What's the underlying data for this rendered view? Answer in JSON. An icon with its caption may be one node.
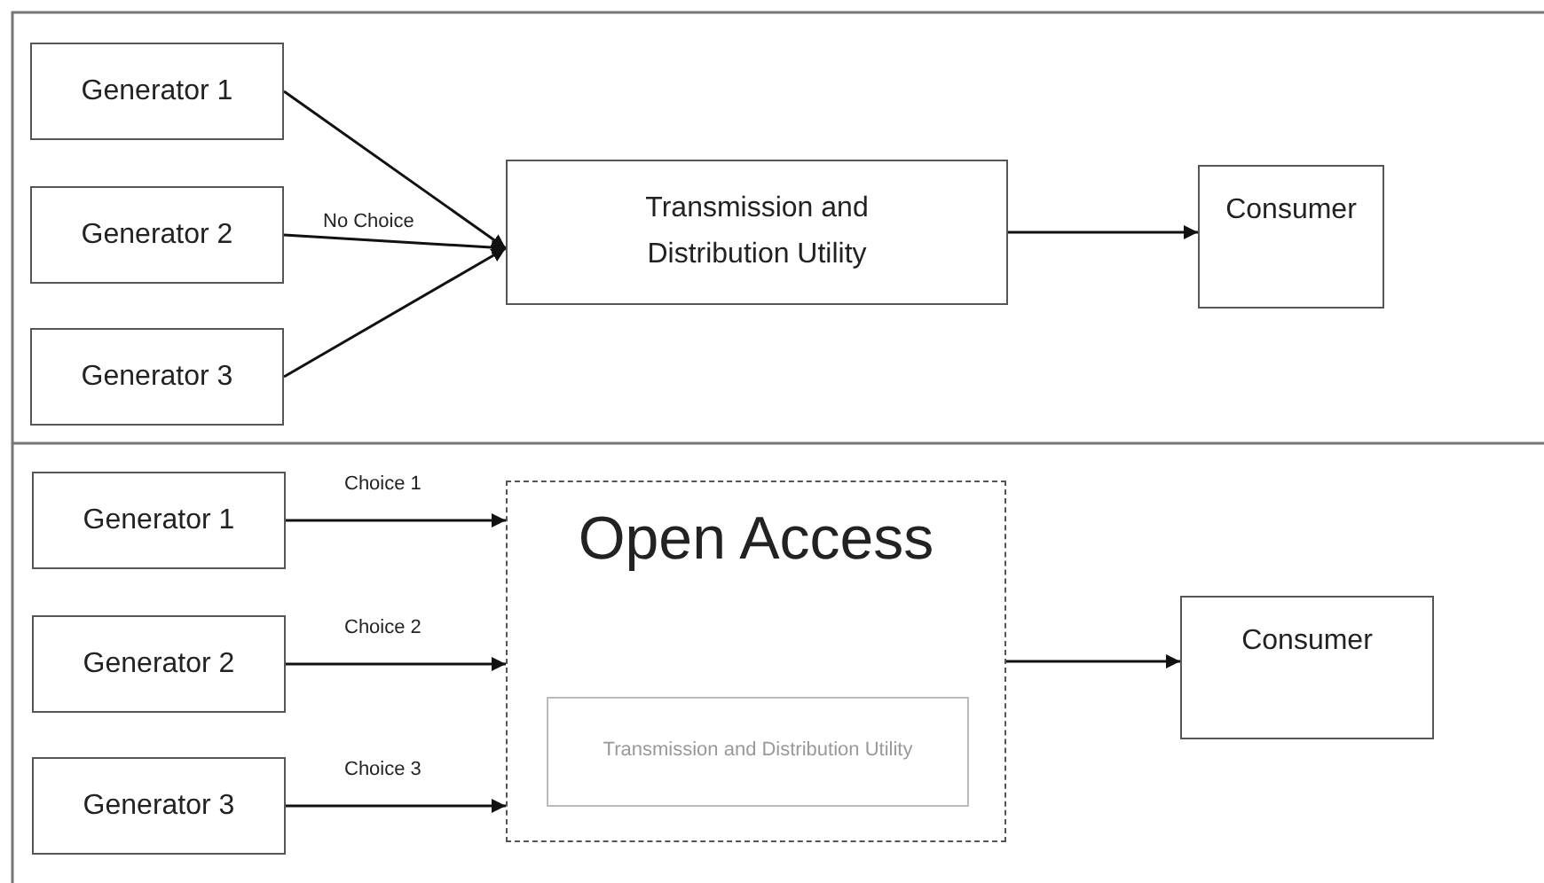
{
  "diagram": {
    "nodes": [
      {
        "text": [
          "Generator 1"
        ]
      },
      {
        "text": [
          "Generator 2"
        ]
      },
      {
        "text": [
          "Generator 3"
        ]
      },
      {
        "text": [
          "Transmission and Distribution Utility"
        ]
      },
      {
        "text": [
          "Consumer"
        ]
      },
      {
        "text": [
          "Generator 1"
        ]
      },
      {
        "text": [
          "Generator 2"
        ]
      },
      {
        "text": [
          "Generator 3"
        ]
      },
      {
        "text": [
          "Open Access"
        ]
      },
      {
        "text": [
          "Transmission and Distribution Utility"
        ],
        "in": 8
      },
      {
        "text": [
          "Consumer"
        ]
      }
    ],
    "edges": [
      {
        "from": 0,
        "to": 3,
        "arrow": "to"
      },
      {
        "from": 1,
        "to": 3,
        "arrow": "to",
        "label": "No Choice"
      },
      {
        "from": 2,
        "to": 3,
        "arrow": "to"
      },
      {
        "from": 3,
        "to": 4,
        "arrow": "to"
      },
      {
        "from": 5,
        "to": 8,
        "arrow": "to",
        "label": "Choice 1"
      },
      {
        "from": 6,
        "to": 8,
        "arrow": "to",
        "label": "Choice 2"
      },
      {
        "from": 7,
        "to": 8,
        "arrow": "to",
        "label": "Choice 3"
      },
      {
        "from": 8,
        "to": 10,
        "arrow": "to"
      }
    ]
  }
}
